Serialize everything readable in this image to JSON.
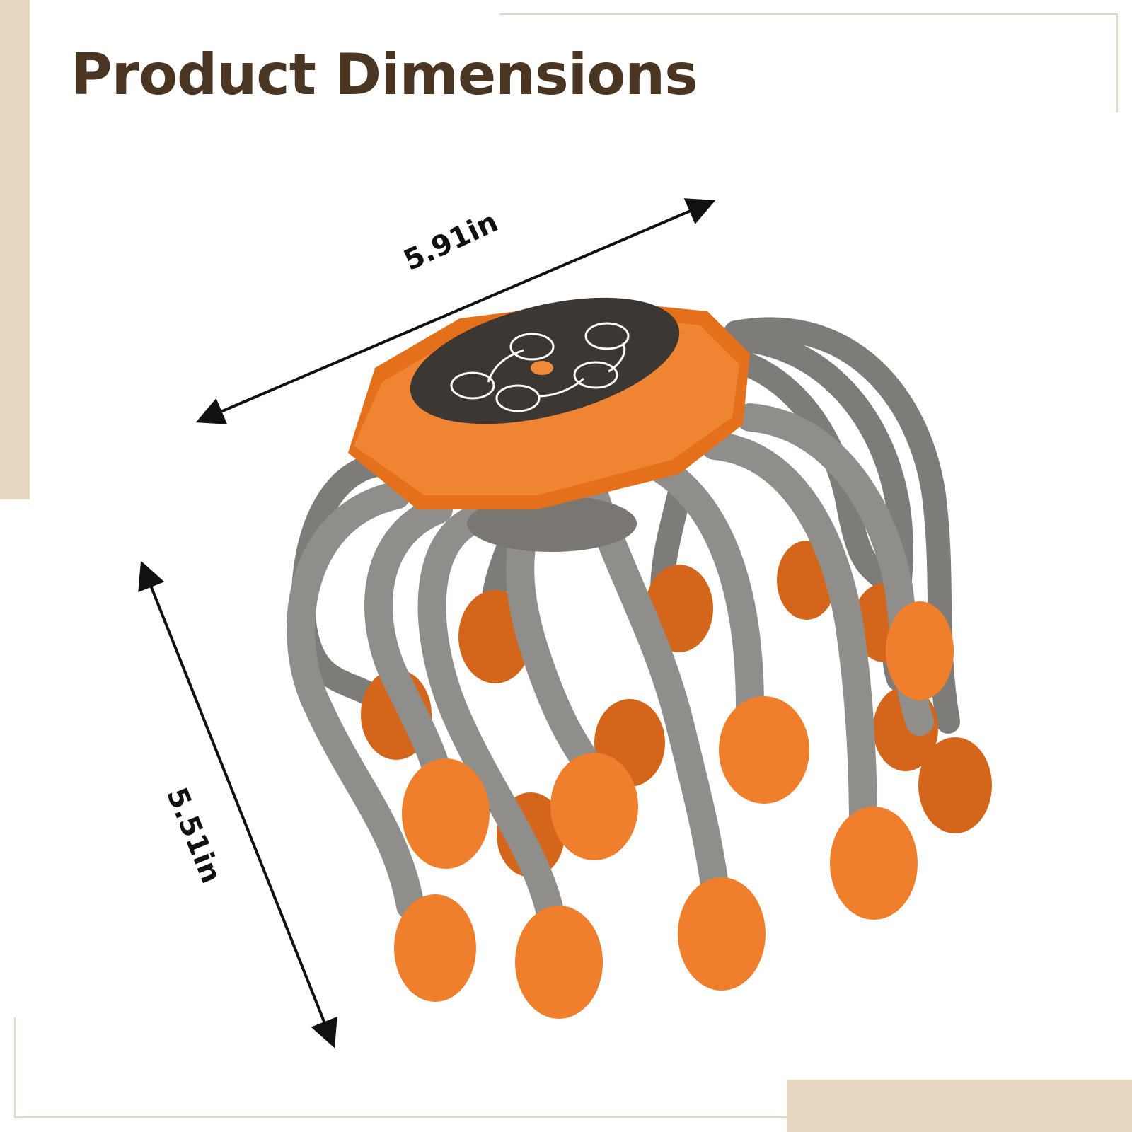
{
  "title": "Product Dimensions",
  "dimensions": {
    "width_label": "5.91in",
    "height_label": "5.51in"
  },
  "colors": {
    "title": "#4a3522",
    "accent_beige": "#e6d7c1",
    "frame_line": "#e2d6c4",
    "arrow": "#111111",
    "product_orange": "#ee7f2b",
    "product_orange_dark": "#c85f12",
    "product_gray": "#8b8a87",
    "panel_dark": "#3d3733"
  },
  "icons": [
    "scalp-massager-product-icon",
    "double-headed-arrow-icon"
  ]
}
